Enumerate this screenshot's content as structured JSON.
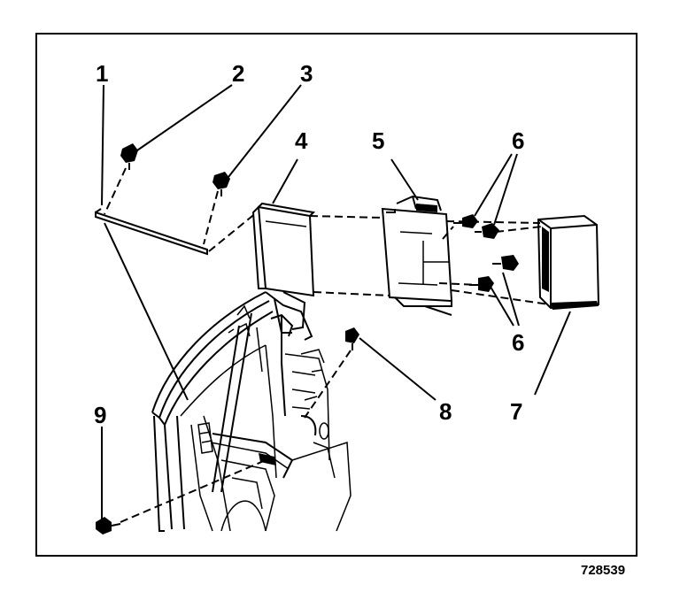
{
  "figure_id": "728539",
  "callouts": {
    "c1": "1",
    "c2": "2",
    "c3": "3",
    "c4": "4",
    "c5": "5",
    "c6a": "6",
    "c6b": "6",
    "c7": "7",
    "c8": "8",
    "c9": "9"
  }
}
